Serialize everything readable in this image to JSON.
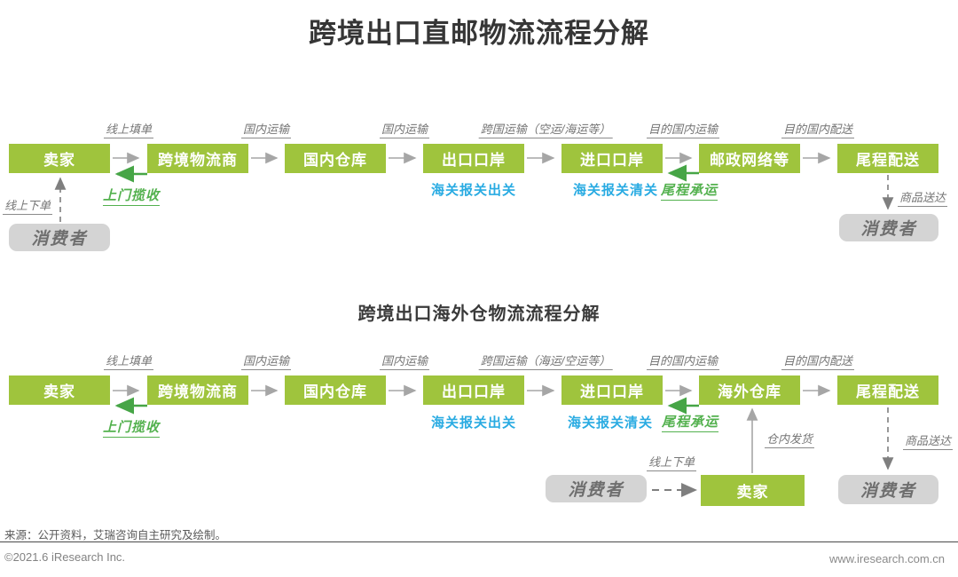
{
  "title": "跨境出口直邮物流流程分解",
  "colors": {
    "box_green": "#9fc43d",
    "annotation_green": "#53b14e",
    "annotation_blue": "#29abe2",
    "consumer_gray": "#d4d4d4",
    "arrow_gray": "#a6a6a6"
  },
  "diagram1": {
    "boxes": [
      "卖家",
      "跨境物流商",
      "国内仓库",
      "出口口岸",
      "进口口岸",
      "邮政网络等",
      "尾程配送"
    ],
    "arrow_labels": [
      "线上填单",
      "国内运输",
      "国内运输",
      "跨国运输（空运/海运等）",
      "目的国内运输",
      "目的国内配送"
    ],
    "pickup": "上门揽收",
    "customs_exit": "海关报关出关",
    "customs_clearance": "海关报关清关",
    "lastmile_carrier": "尾程承运",
    "online_order": "线上下单",
    "goods_delivered": "商品送达",
    "consumer_left": "消费者",
    "consumer_right": "消费者"
  },
  "diagram2": {
    "title": "跨境出口海外仓物流流程分解",
    "boxes": [
      "卖家",
      "跨境物流商",
      "国内仓库",
      "出口口岸",
      "进口口岸",
      "海外仓库",
      "尾程配送"
    ],
    "arrow_labels": [
      "线上填单",
      "国内运输",
      "国内运输",
      "跨国运输（海运/空运等）",
      "目的国内运输",
      "目的国内配送"
    ],
    "pickup": "上门揽收",
    "customs_exit": "海关报关出关",
    "customs_clearance": "海关报关清关",
    "lastmile_carrier": "尾程承运",
    "warehouse_dispatch": "仓内发货",
    "online_order": "线上下单",
    "goods_delivered": "商品送达",
    "seller_bottom": "卖家",
    "consumer_mid": "消费者",
    "consumer_right": "消费者"
  },
  "footer": {
    "source": "来源：公开资料，艾瑞咨询自主研究及绘制。",
    "copyright": "©2021.6 iResearch Inc.",
    "website": "www.iresearch.com.cn"
  }
}
